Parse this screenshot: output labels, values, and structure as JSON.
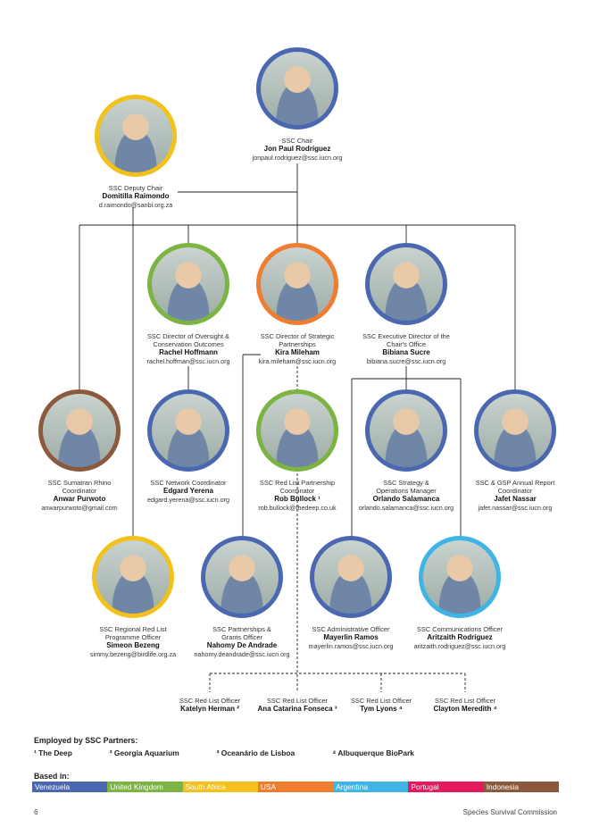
{
  "chair": {
    "role": "SSC Chair",
    "name": "Jon Paul Rodríguez",
    "email": "jonpaul.rodriguez@ssc.iucn.org",
    "color": "#4a67b0"
  },
  "deputy": {
    "role": "SSC Deputy Chair",
    "name": "Domitilla Raimondo",
    "email": "d.raimondo@sanbi.org.za",
    "color": "#f2c11b"
  },
  "directors": [
    {
      "role": "SSC Director of Oversight & Conservation Outcomes",
      "name": "Rachel Hoffmann",
      "email": "rachel.hoffman@ssc.iucn.org",
      "color": "#7cb342"
    },
    {
      "role": "SSC Director of Strategic Partnerships",
      "name": "Kira Mileham",
      "email": "kira.mileham@ssc.iucn.org",
      "color": "#ef7d2f"
    },
    {
      "role": "SSC Executive Director of the Chair's Office",
      "name": "Bibiana Sucre",
      "email": "bibiana.sucre@ssc.iucn.org",
      "color": "#4a67b0"
    }
  ],
  "row3": [
    {
      "role": "SSC Sumatran Rhino Coordinator",
      "name": "Anwar Purwoto",
      "email": "anwarpurwoto@gmail.com",
      "color": "#8b5a3c"
    },
    {
      "role": "SSC Network Coordinator",
      "name": "Edgard Yerena",
      "email": "edgard.yerena@ssc.iucn.org",
      "color": "#4a67b0"
    },
    {
      "role": "SSC Red List Partnership Coordinator",
      "name": "Rob Bullock ¹",
      "email": "rob.bullock@thedeep.co.uk",
      "color": "#7cb342"
    },
    {
      "role": "SSC Strategy & Operations Manager",
      "name": "Orlando Salamanca",
      "email": "orlando.salamanca@ssc.iucn.org",
      "color": "#4a67b0"
    },
    {
      "role": "SSC & GSP Annual Report Coordinator",
      "name": "Jafet Nassar",
      "email": "jafet.nassar@ssc.iucn.org",
      "color": "#4a67b0"
    }
  ],
  "row4": [
    {
      "role": "SSC Regional Red List Programme Officer",
      "name": "Simeon Bezeng",
      "email": "simmy.bezeng@birdlife.org.za",
      "color": "#f2c11b"
    },
    {
      "role": "SSC Partnerships & Grants Officer",
      "name": "Nahomy De Andrade",
      "email": "nahomy.deandrade@ssc.iucn.org",
      "color": "#4a67b0"
    },
    {
      "role": "SSC Administrative Officer",
      "name": "Mayerlin Ramos",
      "email": "mayerlin.ramos@ssc.iucn.org",
      "color": "#4a67b0"
    },
    {
      "role": "SSC Communications Officer",
      "name": "Aritzaith Rodríguez",
      "email": "aritzaith.rodriguez@ssc.iucn.org",
      "color": "#3fb4e5"
    }
  ],
  "officers": [
    {
      "role": "SSC Red List Officer",
      "name": "Katelyn Herman ²"
    },
    {
      "role": "SSC Red List Officer",
      "name": "Ana Catarina Fonseca ³"
    },
    {
      "role": "SSC Red List Officer",
      "name": "Tym Lyons ⁴"
    },
    {
      "role": "SSC Red List Officer",
      "name": "Clayton Meredith ⁴"
    }
  ],
  "partners": {
    "heading": "Employed by SSC Partners:",
    "items": [
      "¹ The Deep",
      "² Georgia Aquarium",
      "³ Oceanário de Lisboa",
      "⁴ Albuquerque BioPark"
    ]
  },
  "based": {
    "heading": "Based in:",
    "items": [
      {
        "label": "Venezuela",
        "color": "#4a67b0"
      },
      {
        "label": "United Kingdom",
        "color": "#7cb342"
      },
      {
        "label": "South Africa",
        "color": "#f2c11b"
      },
      {
        "label": "USA",
        "color": "#ef7d2f"
      },
      {
        "label": "Argentina",
        "color": "#3fb4e5"
      },
      {
        "label": "Portugal",
        "color": "#e5195e"
      },
      {
        "label": "Indonesia",
        "color": "#8b5a3c"
      }
    ]
  },
  "footer": {
    "page": "6",
    "org": "Species Survival Commission"
  }
}
